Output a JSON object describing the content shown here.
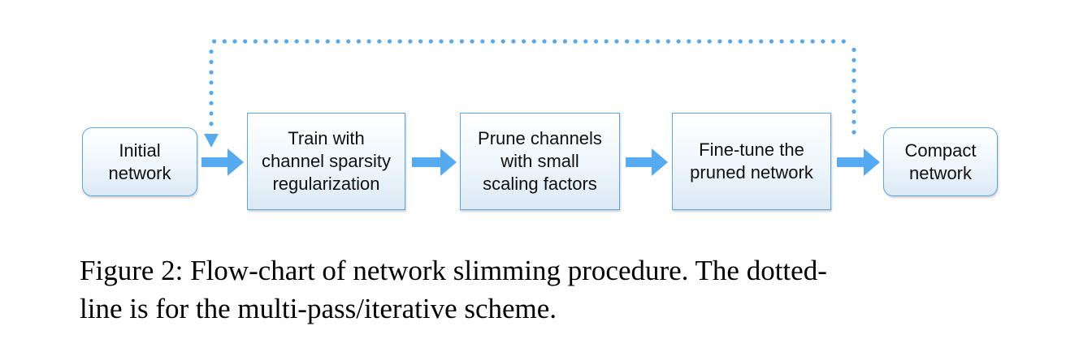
{
  "diagram": {
    "nodes": [
      {
        "id": "initial",
        "label": "Initial\nnetwork"
      },
      {
        "id": "train",
        "label": "Train with\nchannel sparsity\nregularization"
      },
      {
        "id": "prune",
        "label": "Prune channels\nwith small\nscaling factors"
      },
      {
        "id": "finetune",
        "label": "Fine-tune the\npruned network"
      },
      {
        "id": "compact",
        "label": "Compact\nnetwork"
      }
    ],
    "edges": [
      {
        "from": "initial",
        "to": "train",
        "style": "solid"
      },
      {
        "from": "train",
        "to": "prune",
        "style": "solid"
      },
      {
        "from": "prune",
        "to": "finetune",
        "style": "solid"
      },
      {
        "from": "finetune",
        "to": "compact",
        "style": "solid"
      },
      {
        "from": "finetune",
        "to": "train",
        "style": "dotted"
      }
    ],
    "arrow_color": "#55aaf0",
    "border_color": "#5aa8e6"
  },
  "caption": {
    "line1": "Figure 2: Flow-chart of network slimming procedure. The dotted-",
    "line2": "line is for the multi-pass/iterative scheme."
  }
}
